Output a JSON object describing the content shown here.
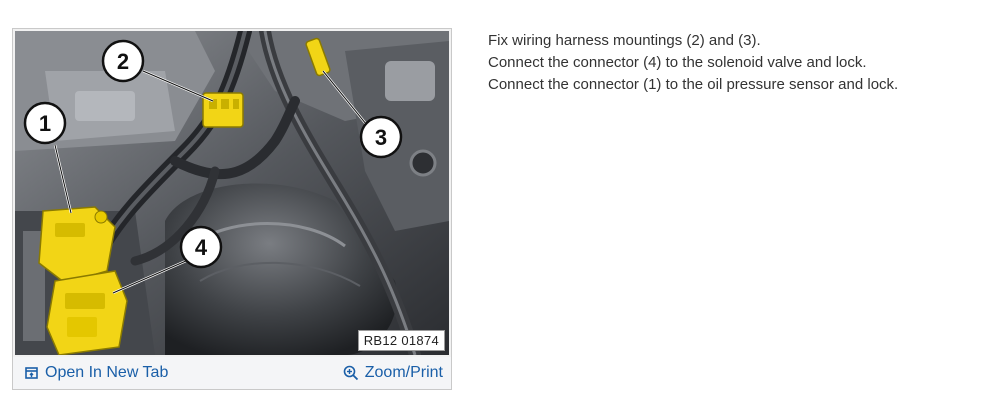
{
  "figure": {
    "callouts": [
      "1",
      "2",
      "3",
      "4"
    ],
    "reference_code": "RB12 01874",
    "open_tab_icon": "open-in-new-tab-icon",
    "open_tab_label": "Open In New Tab",
    "zoom_icon": "zoom-in-icon",
    "zoom_label": "Zoom/Print"
  },
  "instructions": [
    "Fix wiring harness mountings (2) and (3).",
    "Connect the connector (4) to the solenoid valve and lock.",
    "Connect the connector (1) to the oil pressure sensor and lock."
  ],
  "colors": {
    "link": "#1a5fa8",
    "connector_yellow": "#f2d516",
    "text": "#333333"
  }
}
